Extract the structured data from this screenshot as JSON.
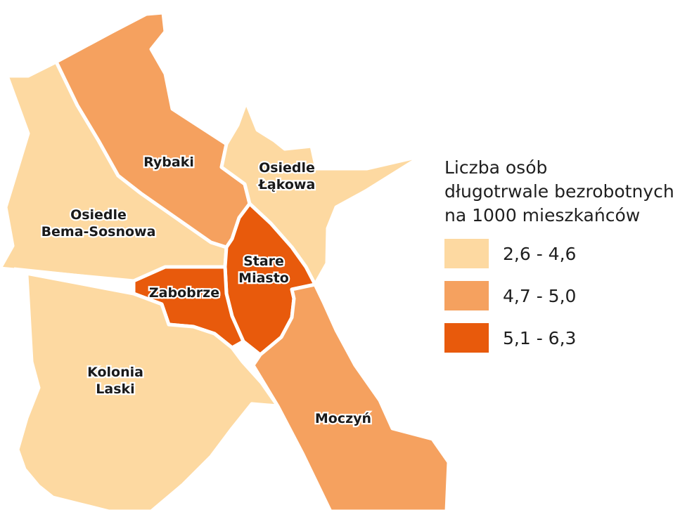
{
  "legend": {
    "title_lines": [
      "Liczba osób",
      "długotrwale bezrobotnych",
      "na 1000 mieszkańców"
    ],
    "classes": [
      {
        "label": "2,6 - 4,6",
        "color": "#fdd9a1"
      },
      {
        "label": "4,7 - 5,0",
        "color": "#f5a15f"
      },
      {
        "label": "5,1 - 6,3",
        "color": "#e85a0c"
      }
    ]
  },
  "districts": [
    {
      "id": "rybaki",
      "label_lines": [
        "Rybaki"
      ],
      "class": 1
    },
    {
      "id": "osiedle-lakowa",
      "label_lines": [
        "Osiedle",
        "Łąkowa"
      ],
      "class": 0
    },
    {
      "id": "osiedle-bema-sosnowa",
      "label_lines": [
        "Osiedle",
        "Bema-Sosnowa"
      ],
      "class": 0
    },
    {
      "id": "stare-miasto",
      "label_lines": [
        "Stare",
        "Miasto"
      ],
      "class": 2
    },
    {
      "id": "zabobrze",
      "label_lines": [
        "Zabobrze"
      ],
      "class": 2
    },
    {
      "id": "kolonia-laski",
      "label_lines": [
        "Kolonia",
        "Laski"
      ],
      "class": 0
    },
    {
      "id": "moczyn",
      "label_lines": [
        "Moczyń"
      ],
      "class": 1
    }
  ]
}
